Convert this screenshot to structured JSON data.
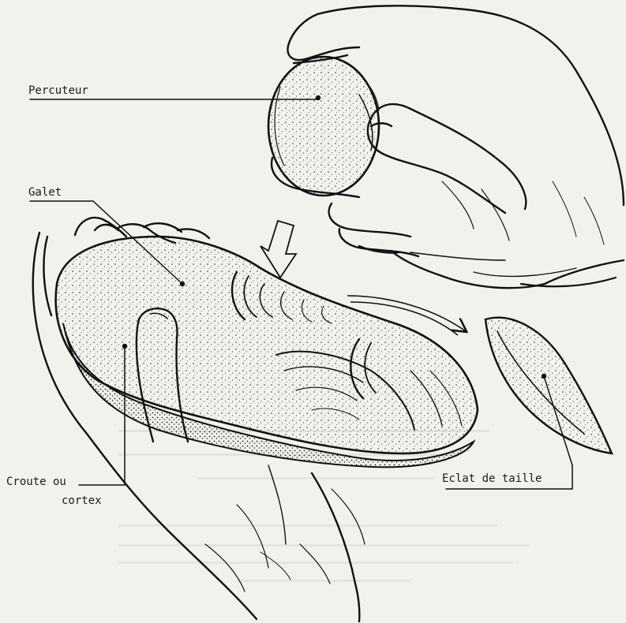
{
  "labels": {
    "percuteur": "Percuteur",
    "galet": "Galet",
    "croute_line1": "Croute ou",
    "croute_line2": "cortex",
    "eclat": "Eclat de taille"
  },
  "colors": {
    "paper": "#f3f1ec",
    "ink": "#111111"
  }
}
